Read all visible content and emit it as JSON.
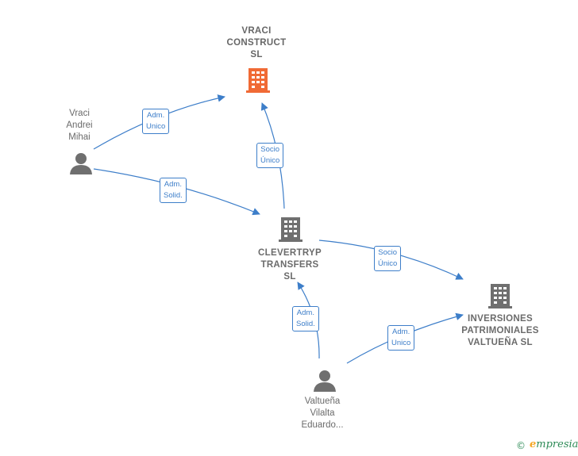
{
  "colors": {
    "edge": "#3d7ec9",
    "main_company": "#f06a35",
    "company": "#6f6f6f",
    "person": "#6f6f6f",
    "brand": "#2e8b57"
  },
  "nodes": {
    "vraci_construct": {
      "lines": [
        "VRACI",
        "CONSTRUCT",
        "SL"
      ],
      "icon": "building-icon"
    },
    "clevertryp": {
      "lines": [
        "CLEVERTRYP",
        "TRANSFERS",
        "SL"
      ],
      "icon": "building-icon"
    },
    "inversiones": {
      "lines": [
        "INVERSIONES",
        "PATRIMONIALES",
        "VALTUEÑA  SL"
      ],
      "icon": "building-icon"
    },
    "vraci_andrei": {
      "lines": [
        "Vraci",
        "Andrei",
        "Mihai"
      ],
      "icon": "person-icon"
    },
    "valtuena": {
      "lines": [
        "Valtueña",
        "Vilalta",
        "Eduardo..."
      ],
      "icon": "person-icon"
    }
  },
  "edges": [
    {
      "id": "e1",
      "lines": [
        "Adm.",
        "Unico"
      ]
    },
    {
      "id": "e2",
      "lines": [
        "Adm.",
        "Solid."
      ]
    },
    {
      "id": "e3",
      "lines": [
        "Socio",
        "Único"
      ]
    },
    {
      "id": "e4",
      "lines": [
        "Socio",
        "Único"
      ]
    },
    {
      "id": "e5",
      "lines": [
        "Adm.",
        "Solid."
      ]
    },
    {
      "id": "e6",
      "lines": [
        "Adm.",
        "Unico"
      ]
    }
  ],
  "footer": {
    "copyright": "©",
    "brand_first": "e",
    "brand_rest": "mpresia"
  }
}
